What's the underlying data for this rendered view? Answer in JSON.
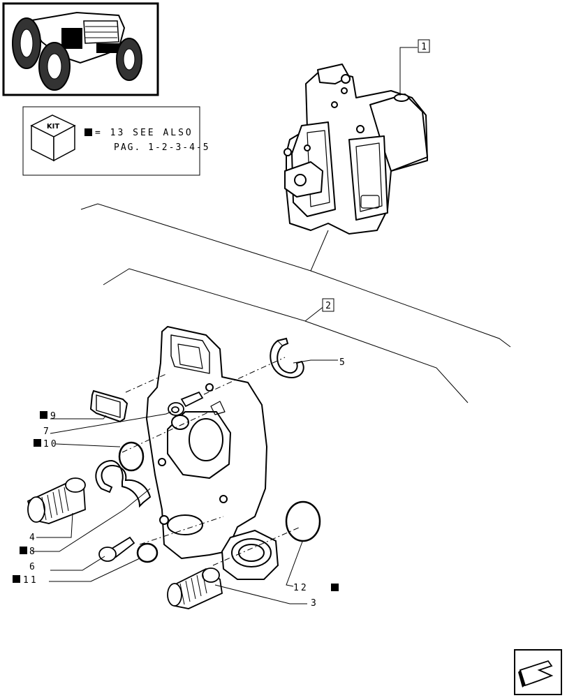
{
  "kit_box": {
    "kit_label": "KIT",
    "note_line1": "= 13 SEE ALSO",
    "note_line2": "PAG. 1-2-3-4-5"
  },
  "callouts": {
    "assembly": "1",
    "plate": "2"
  },
  "parts": {
    "p3": "3",
    "p4": "4",
    "p5": "5",
    "p6": "6",
    "p7": "7",
    "p8": "8",
    "p9": "9",
    "p10": "10",
    "p11": "11",
    "p12": "12"
  }
}
